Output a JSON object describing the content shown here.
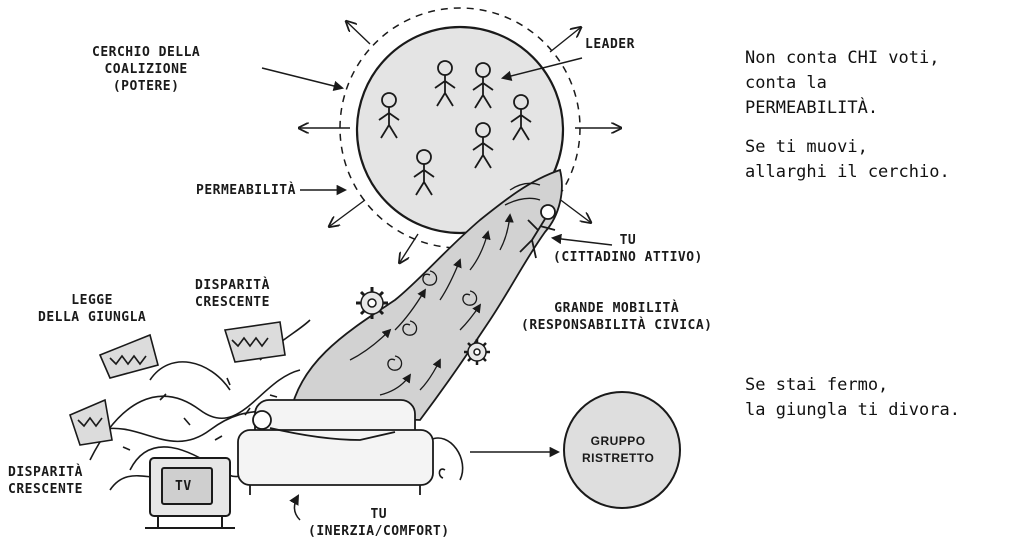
{
  "labels": {
    "coalition_line1": "CERCHIO DELLA",
    "coalition_line2": "COALIZIONE",
    "coalition_line3": "(POTERE)",
    "leader": "LEADER",
    "permeability": "PERMEABILITÀ",
    "you_active_line1": "TU",
    "you_active_line2": "(CITTADINO ATTIVO)",
    "mobility_line1": "GRANDE MOBILITÀ",
    "mobility_line2": "(RESPONSABILITÀ CIVICA)",
    "jungle_law_line1": "LEGGE",
    "jungle_law_line2": "DELLA GIUNGLA",
    "disparity_top_line1": "DISPARITÀ",
    "disparity_top_line2": "CRESCENTE",
    "disparity_left_line1": "DISPARITÀ",
    "disparity_left_line2": "CRESCENTE",
    "tv": "TV",
    "you_inert_line1": "TU",
    "you_inert_line2": "(INERZIA/COMFORT)",
    "group_line1": "GRUPPO",
    "group_line2": "RISTRETTO"
  },
  "notes": {
    "top_line1": "Non conta CHI voti,",
    "top_line2": "conta la",
    "top_line3": "PERMEABILITÀ.",
    "mid_line1": "Se ti muovi,",
    "mid_line2": "allarghi il cerchio.",
    "bottom_line1": "Se stai fermo,",
    "bottom_line2": "la giungla ti divora."
  },
  "icons": [
    "stick-figure-icon",
    "gear-icon",
    "monster-head-icon",
    "sofa-icon",
    "tv-icon",
    "thorn-vines-icon",
    "arrow-icon"
  ],
  "colors": {
    "ink": "#1a1a1a",
    "circle_fill": "#e4e4e4",
    "stream_fill": "#d2d2d2",
    "background": "#ffffff"
  }
}
